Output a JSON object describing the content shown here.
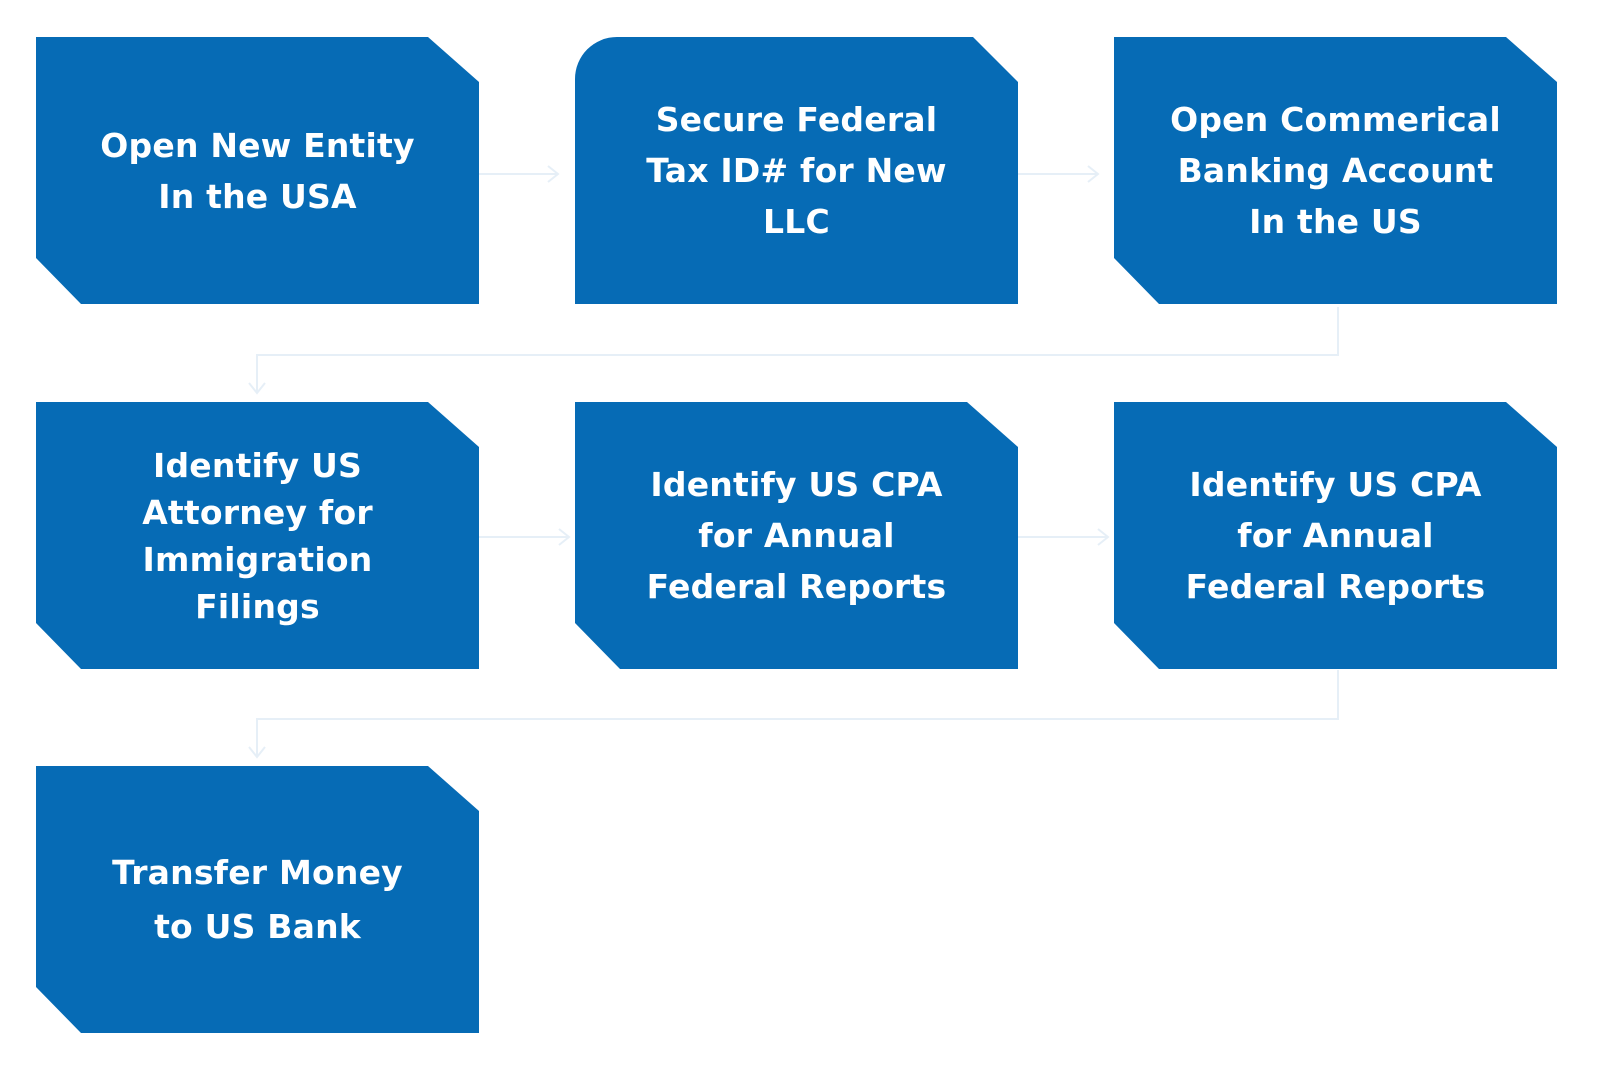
{
  "colors": {
    "box_fill": "#066bb5",
    "box_text": "#ffffff",
    "connector": "#e6eff7"
  },
  "steps": [
    {
      "label": "Open New Entity\nIn the USA"
    },
    {
      "label": "Secure Federal\nTax ID# for New\nLLC"
    },
    {
      "label": "Open Commerical\nBanking Account\nIn the US"
    },
    {
      "label": "Identify US\nAttorney for\nImmigration\nFilings"
    },
    {
      "label": "Identify US CPA\nfor Annual\nFederal Reports"
    },
    {
      "label": "Identify US CPA\nfor Annual\nFederal Reports"
    },
    {
      "label": "Transfer Money\nto US Bank"
    }
  ]
}
